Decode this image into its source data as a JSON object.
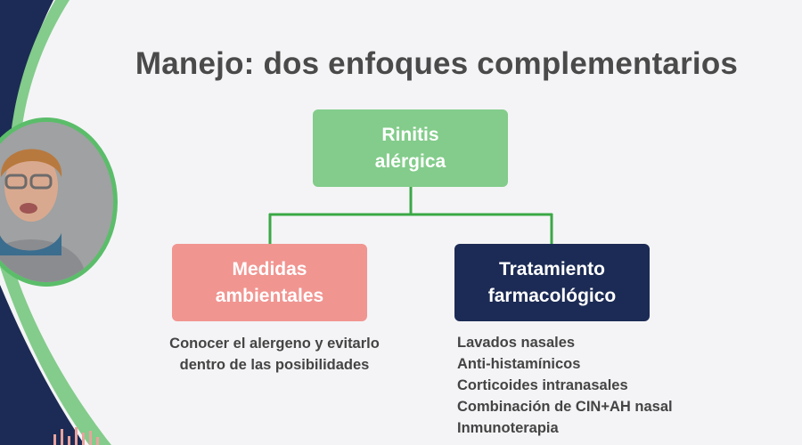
{
  "slide": {
    "title": "Manejo: dos enfoques complementarios"
  },
  "diagram": {
    "root": {
      "label": "Rinitis\nalérgica",
      "color": "#83cc8b"
    },
    "left": {
      "label": "Medidas\nambientales",
      "color": "#f19591",
      "description": "Conocer el alergeno y evitarlo dentro de las posibilidades"
    },
    "right": {
      "label": "Tratamiento\nfarmacológico",
      "color": "#1c2b55",
      "items": [
        "Lavados nasales",
        "Anti-histamínicos",
        "Corticoides intranasales",
        "Combinación de CIN+AH nasal",
        "Inmunoterapia"
      ]
    },
    "connector_color": "#3aa845"
  },
  "speaker": {
    "icon": "presenter-webcam-avatar"
  }
}
